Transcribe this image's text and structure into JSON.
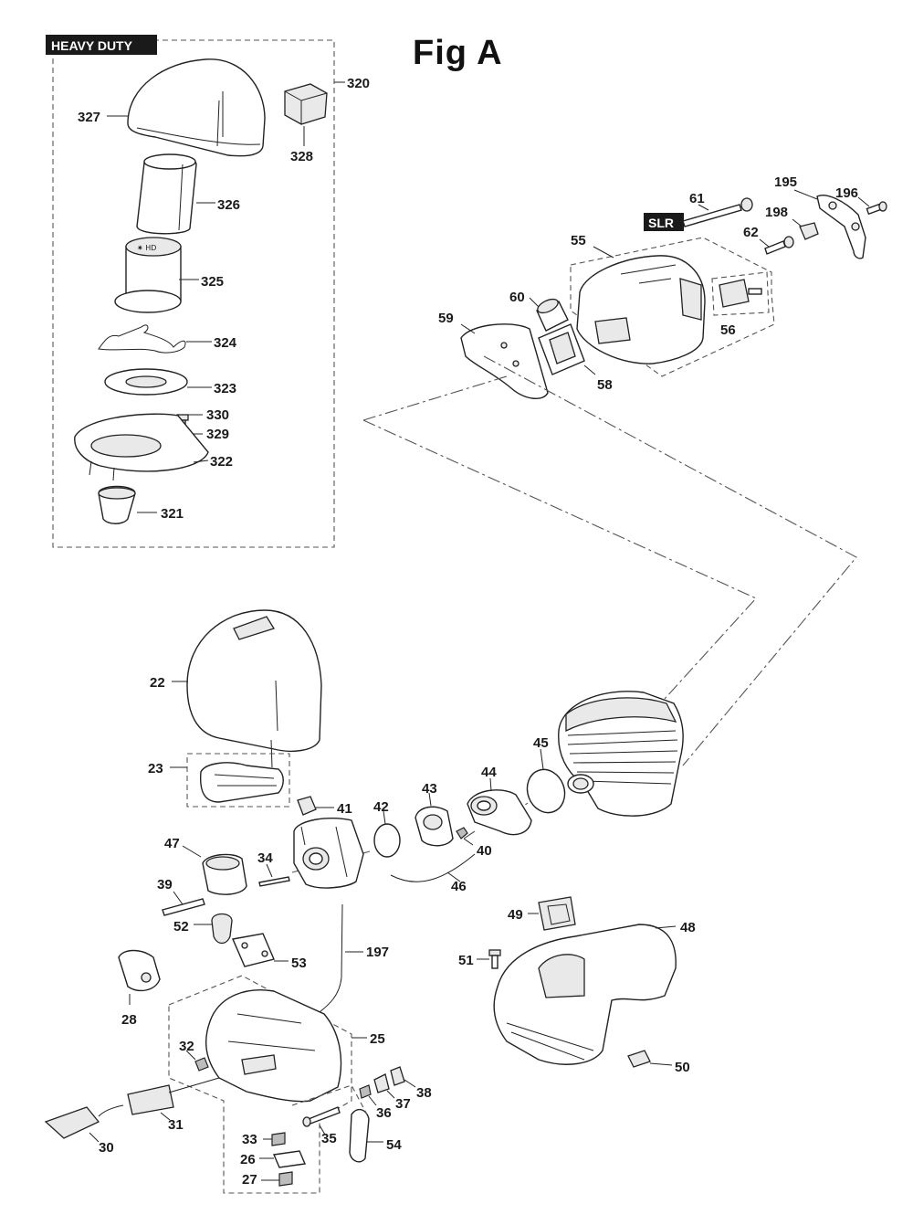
{
  "figure_title": "Fig A",
  "tags": {
    "heavy_duty": "HEAVY DUTY",
    "slr": "SLR"
  },
  "callouts": [
    "320",
    "327",
    "328",
    "326",
    "325",
    "324",
    "323",
    "330",
    "329",
    "322",
    "321",
    "61",
    "195",
    "196",
    "198",
    "55",
    "62",
    "60",
    "59",
    "56",
    "58",
    "22",
    "23",
    "41",
    "43",
    "42",
    "44",
    "45",
    "47",
    "34",
    "40",
    "39",
    "46",
    "52",
    "53",
    "197",
    "49",
    "48",
    "51",
    "28",
    "25",
    "32",
    "50",
    "31",
    "38",
    "37",
    "36",
    "30",
    "33",
    "35",
    "54",
    "26",
    "27"
  ],
  "colors": {
    "ink": "#222222",
    "tag_bg": "#1a1a1a",
    "paper": "#ffffff"
  }
}
